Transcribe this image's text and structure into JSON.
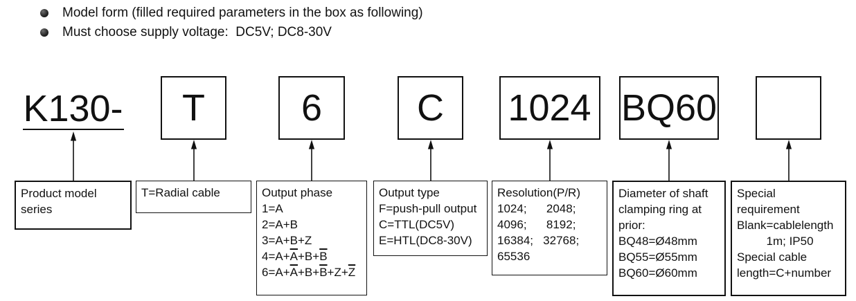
{
  "colors": {
    "ink": "#111111",
    "background": "#ffffff"
  },
  "bullet_list": {
    "icon": "filled-circle",
    "items": [
      "Model form (filled required parameters in the box as following)",
      "Must choose supply voltage:  DC5V; DC8-30V"
    ]
  },
  "model": {
    "prefix": "K130-",
    "boxes": [
      "T",
      "6",
      "C",
      "1024",
      "BQ60",
      ""
    ]
  },
  "descriptions": [
    {
      "name": "product-model-series",
      "lines": [
        [
          {
            "t": "Product model"
          }
        ],
        [
          {
            "t": "series"
          }
        ]
      ]
    },
    {
      "name": "cable-type",
      "lines": [
        [
          {
            "t": "T=Radial cable"
          }
        ]
      ]
    },
    {
      "name": "output-phase",
      "lines": [
        [
          {
            "t": "Output phase"
          }
        ],
        [
          {
            "t": "1=A"
          }
        ],
        [
          {
            "t": "2=A+B"
          }
        ],
        [
          {
            "t": "3=A+B+Z"
          }
        ],
        [
          {
            "t": "4=A+"
          },
          {
            "t": "A",
            "o": true
          },
          {
            "t": "+B+"
          },
          {
            "t": "B",
            "o": true
          }
        ],
        [
          {
            "t": "6=A+"
          },
          {
            "t": "A",
            "o": true
          },
          {
            "t": "+B+"
          },
          {
            "t": "B",
            "o": true
          },
          {
            "t": "+Z+"
          },
          {
            "t": "Z",
            "o": true
          }
        ]
      ]
    },
    {
      "name": "output-type",
      "lines": [
        [
          {
            "t": "Output type"
          }
        ],
        [
          {
            "t": "F=push-pull output"
          }
        ],
        [
          {
            "t": "C=TTL(DC5V)"
          }
        ],
        [
          {
            "t": "E=HTL(DC8-30V)"
          }
        ]
      ]
    },
    {
      "name": "resolution",
      "lines": [
        [
          {
            "t": "Resolution(P/R)"
          }
        ],
        [
          {
            "t": "1024;      2048;"
          }
        ],
        [
          {
            "t": "4096;      8192;"
          }
        ],
        [
          {
            "t": "16384;   32768;"
          }
        ],
        [
          {
            "t": "65536"
          }
        ]
      ]
    },
    {
      "name": "shaft-ring-diameter",
      "lines": [
        [
          {
            "t": "Diameter of shaft"
          }
        ],
        [
          {
            "t": "clamping ring at"
          }
        ],
        [
          {
            "t": "prior:"
          }
        ],
        [
          {
            "t": "BQ48=Ø48mm"
          }
        ],
        [
          {
            "t": "BQ55=Ø55mm"
          }
        ],
        [
          {
            "t": "BQ60=Ø60mm"
          }
        ]
      ]
    },
    {
      "name": "special-requirement",
      "lines": [
        [
          {
            "t": "Special"
          }
        ],
        [
          {
            "t": "requirement"
          }
        ],
        [
          {
            "t": "Blank=cablelength"
          }
        ],
        [
          {
            "t": "         1m; IP50"
          }
        ],
        [
          {
            "t": "Special cable"
          }
        ],
        [
          {
            "t": "length=C+number"
          }
        ]
      ]
    }
  ]
}
